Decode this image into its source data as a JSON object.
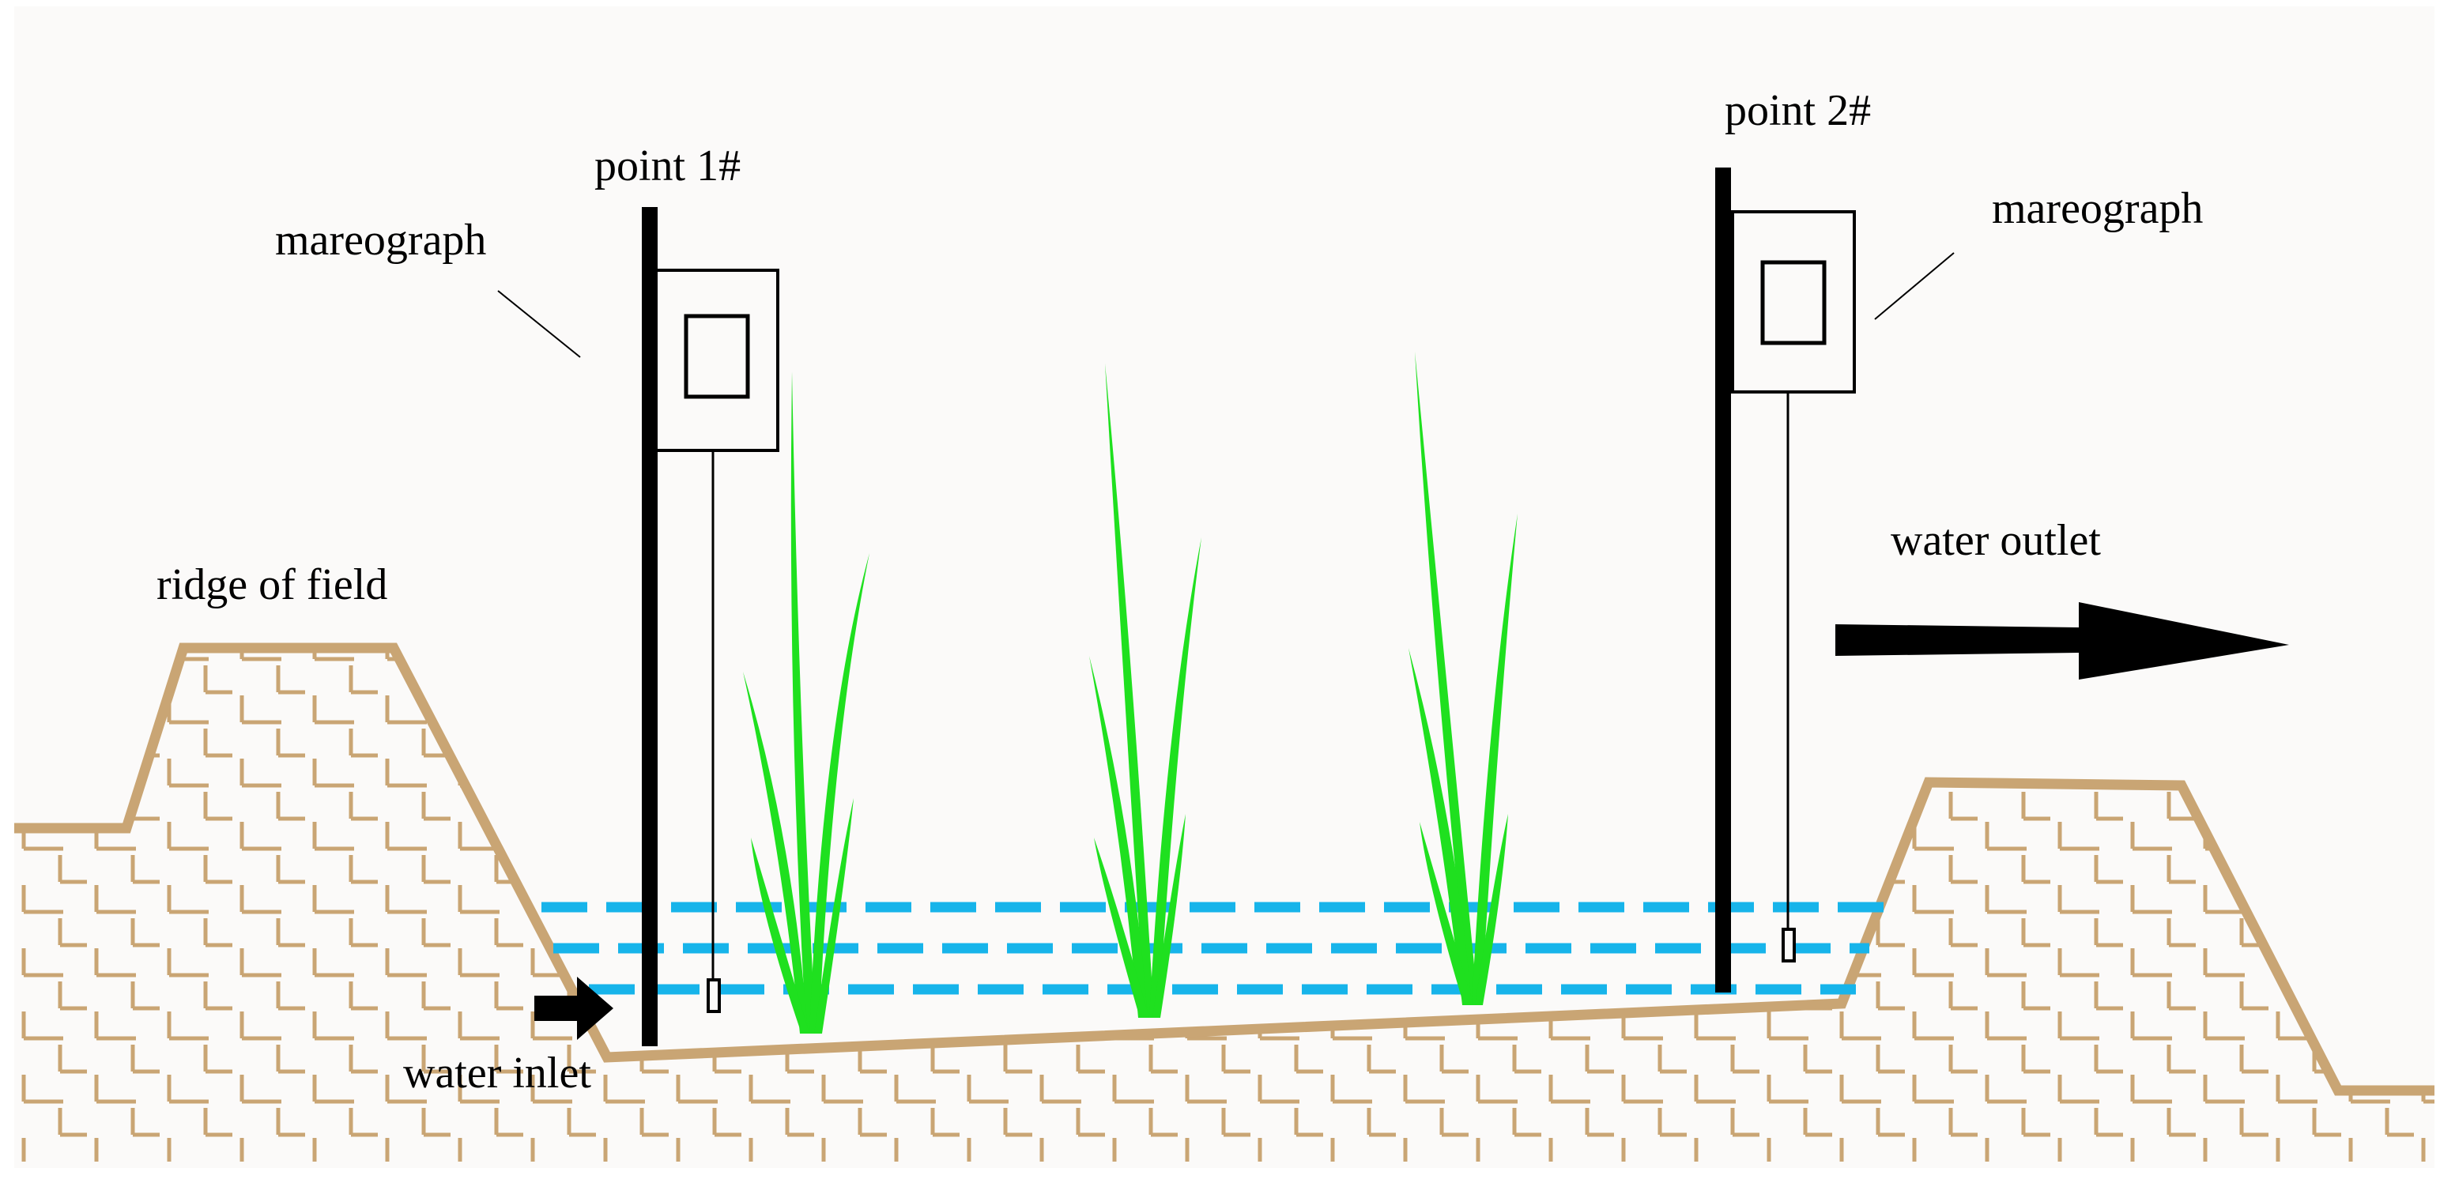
{
  "labels": {
    "point1": "point 1#",
    "point2": "point  2#",
    "mareograph_left": "mareograph",
    "mareograph_right": "mareograph",
    "ridge": "ridge of field",
    "water_outlet": "water outlet",
    "water_inlet": "water inlet"
  },
  "colors": {
    "background": "#fbfaf9",
    "soil": "#c9a574",
    "water": "#17b4ea",
    "plant": "#1fe01f",
    "ink": "#000000"
  }
}
